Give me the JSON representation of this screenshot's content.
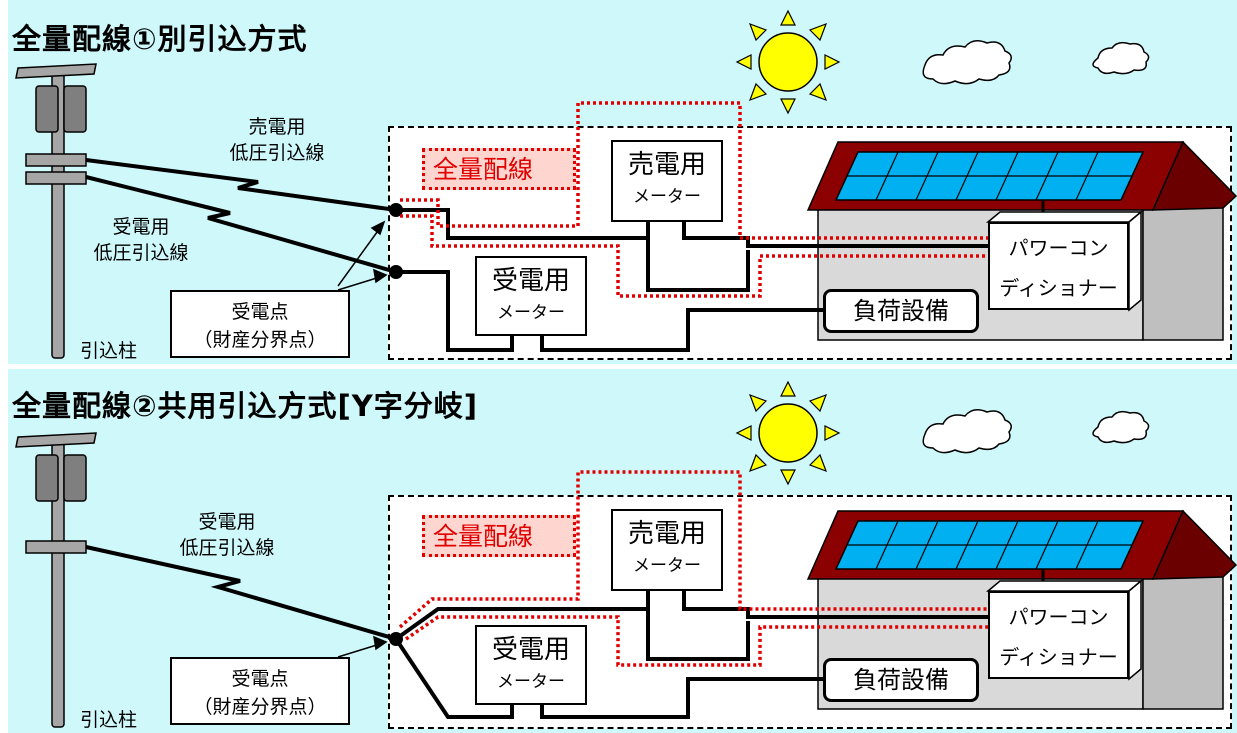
{
  "panels": [
    {
      "title": "全量配線①別引込方式",
      "sell_cable_label": "売電用\n低圧引込線",
      "buy_cable_label": "受電用\n低圧引込線",
      "receiving_point": "受電点\n（財産分界点）",
      "pole_label": "引込柱",
      "full_wiring_label": "全量配線",
      "sell_meter": {
        "title": "売電用",
        "sub": "メーター"
      },
      "buy_meter": {
        "title": "受電用",
        "sub": "メーター"
      },
      "pcs_label": "パワーコン\nディショナー",
      "load_label": "負荷設備"
    },
    {
      "title": "全量配線②共用引込方式[Y字分岐]",
      "buy_cable_label": "受電用\n低圧引込線",
      "receiving_point": "受電点\n（財産分界点）",
      "pole_label": "引込柱",
      "full_wiring_label": "全量配線",
      "sell_meter": {
        "title": "売電用",
        "sub": "メーター"
      },
      "buy_meter": {
        "title": "受電用",
        "sub": "メーター"
      },
      "pcs_label": "パワーコン\nディショナー",
      "load_label": "負荷設備"
    }
  ],
  "colors": {
    "sky": "#cff8fb",
    "sun": "#ffff00",
    "roof": "#8b0000",
    "solar_panel": "#00b0f0",
    "wall": "#d9d9d9",
    "full_wiring": "#e00000",
    "pole": "#a6a6a6",
    "transformer": "#7f7f7f"
  }
}
